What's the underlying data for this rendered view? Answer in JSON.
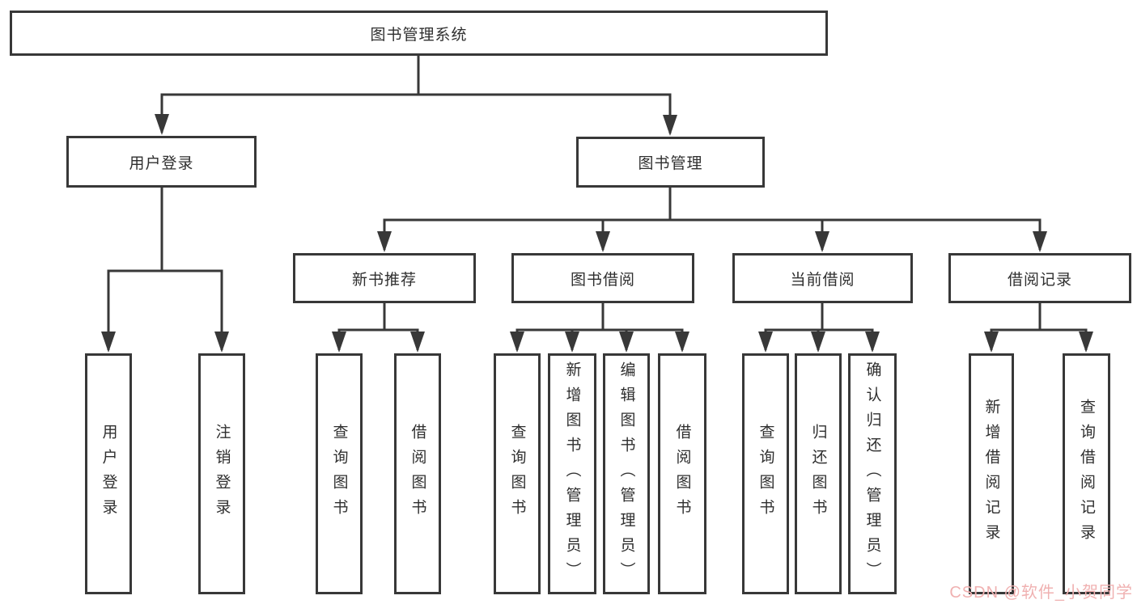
{
  "tree": {
    "root": {
      "label": "图书管理系统"
    },
    "children": [
      {
        "label": "用户登录",
        "children": [
          {
            "label": "用户登录"
          },
          {
            "label": "注销登录"
          }
        ]
      },
      {
        "label": "图书管理",
        "children": [
          {
            "label": "新书推荐",
            "children": [
              {
                "label": "查询图书"
              },
              {
                "label": "借阅图书"
              }
            ]
          },
          {
            "label": "图书借阅",
            "children": [
              {
                "label": "查询图书"
              },
              {
                "label": "新增图书（管理员）"
              },
              {
                "label": "编辑图书（管理员）"
              },
              {
                "label": "借阅图书"
              }
            ]
          },
          {
            "label": "当前借阅",
            "children": [
              {
                "label": "查询图书"
              },
              {
                "label": "归还图书"
              },
              {
                "label": "确认归还（管理员）"
              }
            ]
          },
          {
            "label": "借阅记录",
            "children": [
              {
                "label": "新增借阅记录"
              },
              {
                "label": "查询借阅记录"
              }
            ]
          }
        ]
      }
    ]
  },
  "style": {
    "stroke_color": "#383838",
    "box_background": "#ffffff"
  },
  "watermark": {
    "text": "CSDN @软件_小贺同学",
    "color": "#f0b1b1"
  }
}
